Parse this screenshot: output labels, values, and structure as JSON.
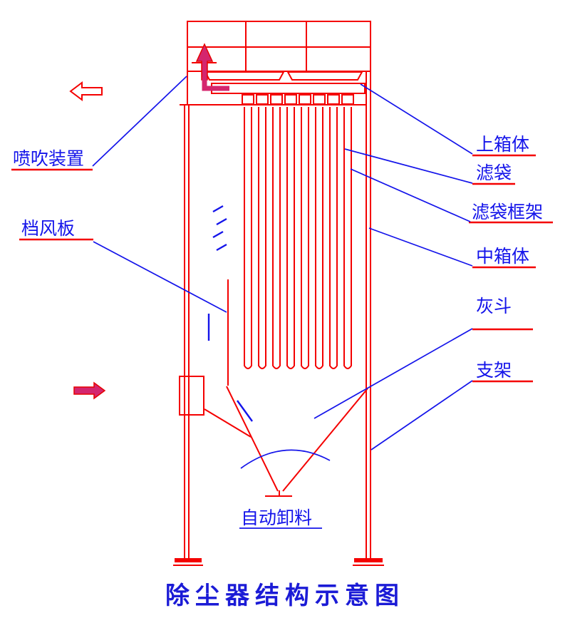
{
  "diagram": {
    "title": "除尘器结构示意图",
    "labels": {
      "pulse_device": "喷吹装置",
      "baffle_plate": "档风板",
      "upper_box": "上箱体",
      "filter_bag": "滤袋",
      "bag_cage": "滤袋框架",
      "middle_box": "中箱体",
      "ash_hopper": "灰斗",
      "support_frame": "支架",
      "auto_discharge": "自动卸料"
    },
    "colors": {
      "structure": "#f40000",
      "annotation": "#1414ea",
      "pipe": "#d4266e",
      "background": "#ffffff"
    }
  }
}
